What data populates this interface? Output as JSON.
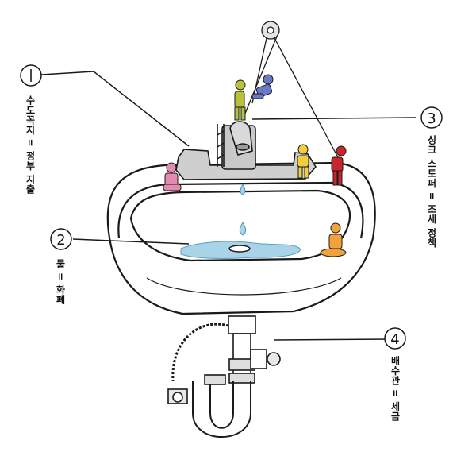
{
  "callouts": [
    {
      "number": "①",
      "label": "수도꼭지 = 정부 지출"
    },
    {
      "number": "②",
      "label": "물 = 화폐"
    },
    {
      "number": "③",
      "label": "싱크 스토퍼 = 조세 정책"
    },
    {
      "number": "④",
      "label": "배수관 = 세금"
    }
  ],
  "colors": {
    "water": "#a9d3e6",
    "ink": "#1a1a1a",
    "faucet": "#c9c9c9",
    "figure_pink": "#e38ab0",
    "figure_green": "#b9c235",
    "figure_blue": "#6a78c8",
    "figure_yellow": "#f2cf3a",
    "figure_red": "#c8262c",
    "figure_orange": "#f0a23c"
  }
}
